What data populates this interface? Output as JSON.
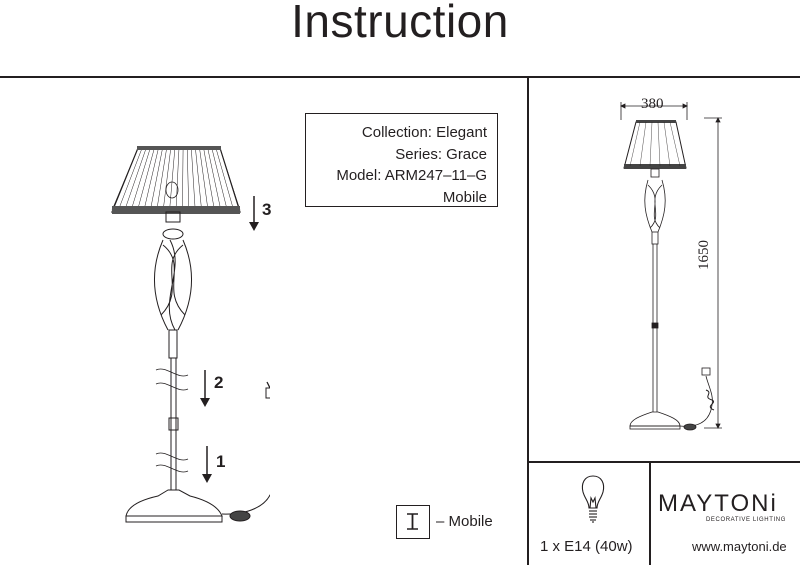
{
  "page": {
    "title": "Instruction"
  },
  "product_info": {
    "collection": "Collection: Elegant",
    "series": "Series: Grace",
    "model": "Model: ARM247–11–G",
    "type": "Mobile"
  },
  "assembly_steps": [
    "1",
    "2",
    "3"
  ],
  "dimensions": {
    "shade_width": "380",
    "height": "1650"
  },
  "legend": {
    "label": "– Mobile"
  },
  "bulb": {
    "spec": "1 x E14 (40w)"
  },
  "brand": {
    "name": "MAYTONi",
    "tagline": "DECORATIVE LIGHTING",
    "website": "www.maytoni.de"
  },
  "colors": {
    "ink": "#231f20",
    "background": "#ffffff"
  }
}
